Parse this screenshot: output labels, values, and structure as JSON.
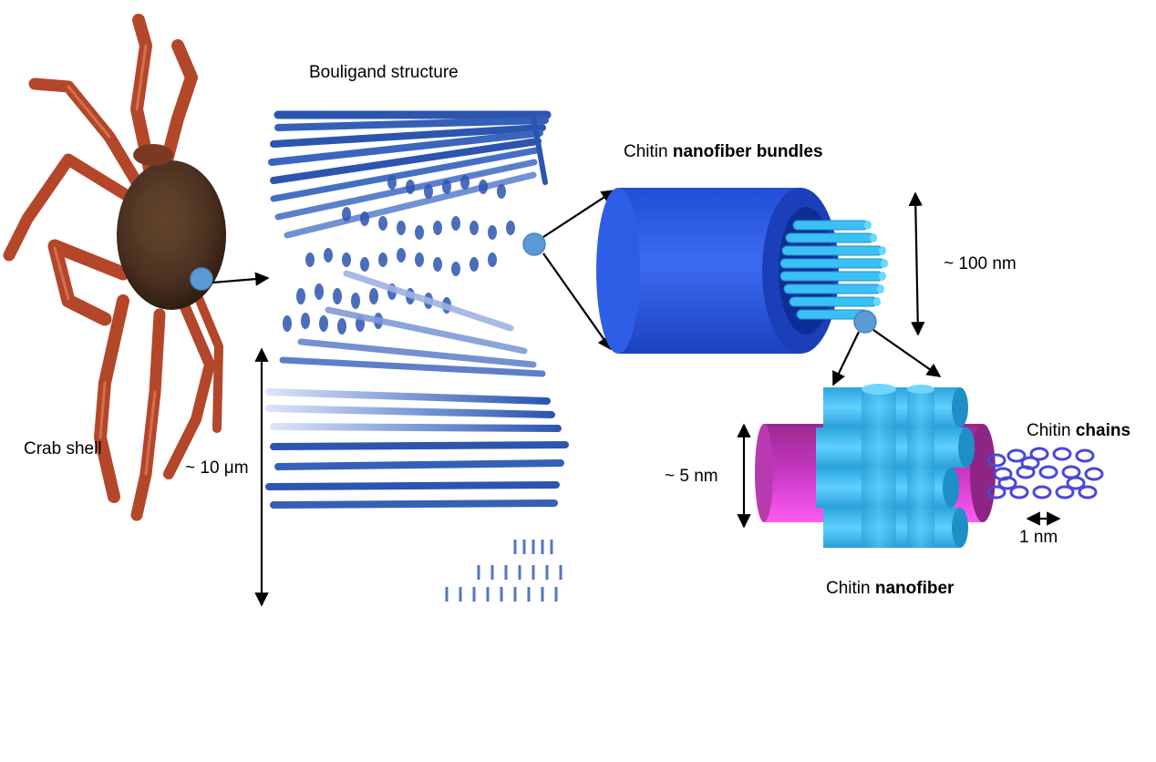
{
  "labels": {
    "crab_shell": "Crab shell",
    "bouligand": "Bouligand structure",
    "bundles_prefix": "Chitin ",
    "bundles_bold": "nanofiber bundles",
    "size_100nm": "~ 100 nm",
    "chains_prefix": "Chitin ",
    "chains_bold": "chains",
    "size_10um": "~ 10 μm",
    "size_5nm": "~ 5 nm",
    "size_1nm": "1 nm",
    "nanofiber_prefix": "Chitin ",
    "nanofiber_bold": "nanofiber"
  },
  "colors": {
    "marker": "#5b9bd5",
    "bundle_blue": "#2457e6",
    "fibril_cyan": "#35b8ee",
    "sheath_magenta": "#d43fd0",
    "bouligand_blue": "#2c55b0",
    "crab_body": "#4a3020",
    "crab_legs": "#b4462a",
    "chain_ring": "#4a48d6"
  }
}
